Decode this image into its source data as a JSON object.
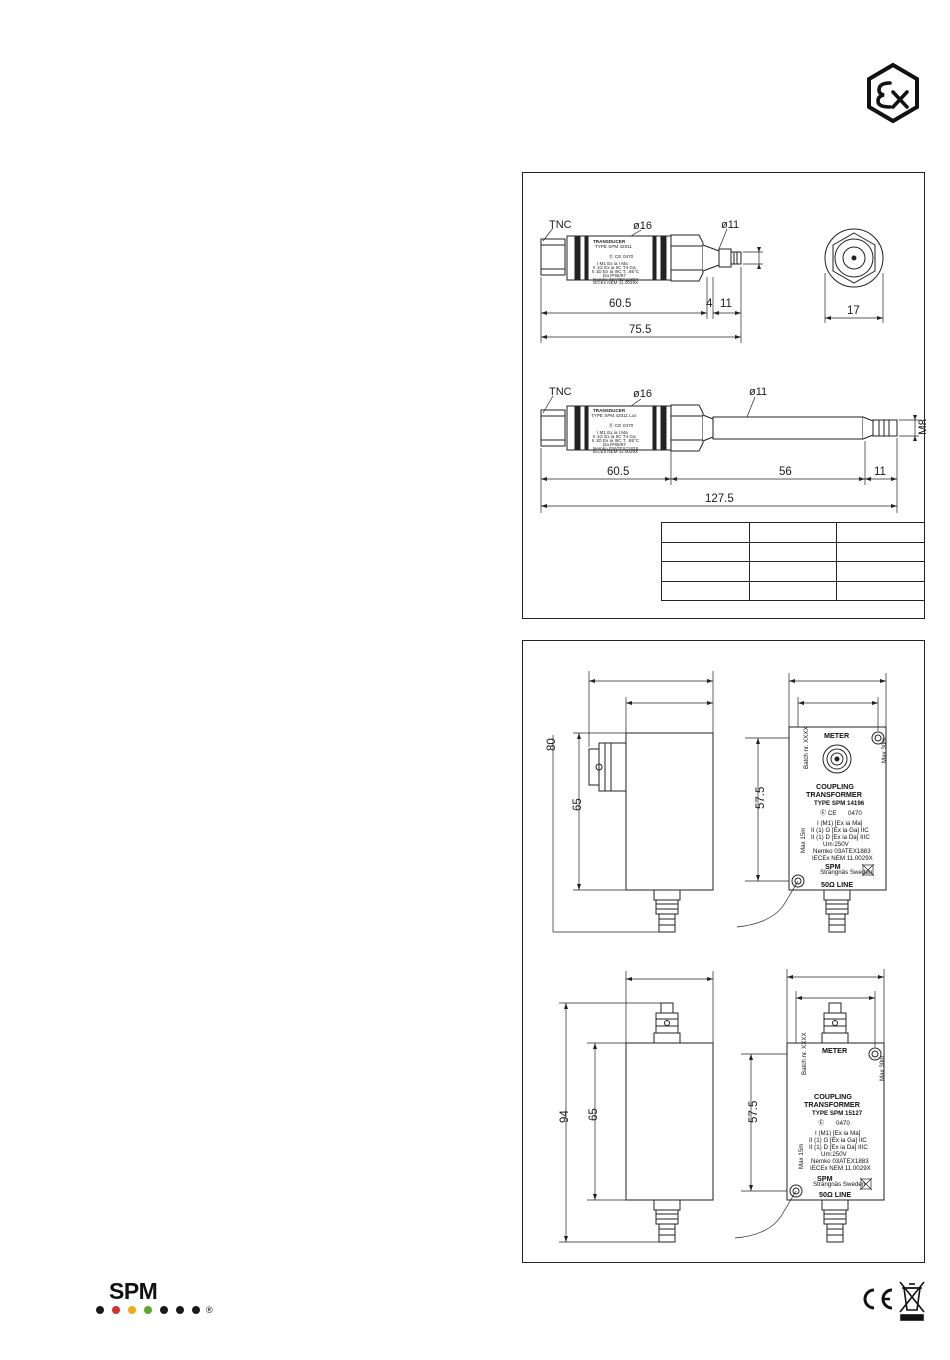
{
  "header": {
    "certification_icon": "ex-atex-hexagon-icon"
  },
  "colors": {
    "ink": "#1a1a1a",
    "spm_dots": [
      "#1a1a1a",
      "#d0312d",
      "#f0a81c",
      "#5aa832",
      "#1a1a1a",
      "#1a1a1a",
      "#1a1a1a"
    ]
  },
  "transducers": {
    "top": {
      "connector_label": "TNC",
      "diameter_body": "ø16",
      "diameter_tip": "ø11",
      "body_length": "60.5",
      "flange_length": "4",
      "tip_length": "11",
      "total_length": "75.5",
      "hex_width": "17",
      "label_lines": [
        "TRANSDUCER",
        "TYPE SPM 42011",
        "0470",
        "I M1 Ex ia I Ma",
        "II 1G Ex ia IIC T4 Ga",
        "II 1D Ex ia IIIC T...85°C",
        "Da IP65/67",
        "Nemko 03ATEX1183X",
        "IECEx NEM 11.0029X"
      ]
    },
    "long": {
      "connector_label": "TNC",
      "diameter_body": "ø16",
      "diameter_tip": "ø11",
      "thread": "M8",
      "body_length": "60.5",
      "shaft_length": "56",
      "tip_length": "11",
      "total_length": "127.5",
      "label_lines": [
        "TRANSDUCER",
        "TYPE SPM 42011 Lxx",
        "0470",
        "I M1 Ex ia I Ma",
        "II 1G Ex ia IIC T4 Ga",
        "II 1D Ex ia IIIC T...85°C",
        "Da IP65/67",
        "Nemko 03ATEX1183X",
        "IECEx NEM 11.0029X"
      ]
    },
    "table_rows": 4,
    "table_cols": 3
  },
  "transformers": {
    "first": {
      "height_total": "80",
      "height_body": "65",
      "hole_spacing": "57.5",
      "label": {
        "meter": "METER",
        "title1": "COUPLING",
        "title2": "TRANSFORMER",
        "type": "TYPE SPM 14196",
        "ce_number": "0470",
        "lines": [
          "I (M1) [Ex ia Ma]",
          "II (1) G [Ex ia Ga] IIC",
          "II (1) D [Ex ia Da] IIIC",
          "Um:250V",
          "Nemko 03ATEX1883",
          "IECEx NEM 11.0029X"
        ],
        "brand": "SPM",
        "brand_sub": "Strängnäs Sweden",
        "line": "50Ω LINE",
        "side_text_left": "Max 15m",
        "side_text_right": "Max 30m",
        "batch": "Batch nr. XXXX"
      }
    },
    "second": {
      "height_total": "94",
      "height_body": "65",
      "hole_spacing": "57.5",
      "label": {
        "meter": "METER",
        "title1": "COUPLING",
        "title2": "TRANSFORMER",
        "type": "TYPE SPM 15127",
        "ce_number": "0470",
        "lines": [
          "I (M1) [Ex ia Ma]",
          "II (1) G [Ex ia Ga] IIC",
          "II (1) D [Ex ia Da] IIIC",
          "Um:250V",
          "Nemko 03ATEX1883",
          "IECEx NEM 11.0029X"
        ],
        "brand": "SPM",
        "brand_sub": "Strängnäs Sweden",
        "line": "50Ω LINE",
        "side_text_left": "Max 15m",
        "side_text_right": "Max 30m",
        "batch": "Batch nr. XXXX"
      }
    }
  },
  "footer": {
    "logo_text": "SPM",
    "registered": "®",
    "marks": [
      "ce-mark-icon",
      "weee-crossed-bin-icon"
    ]
  }
}
